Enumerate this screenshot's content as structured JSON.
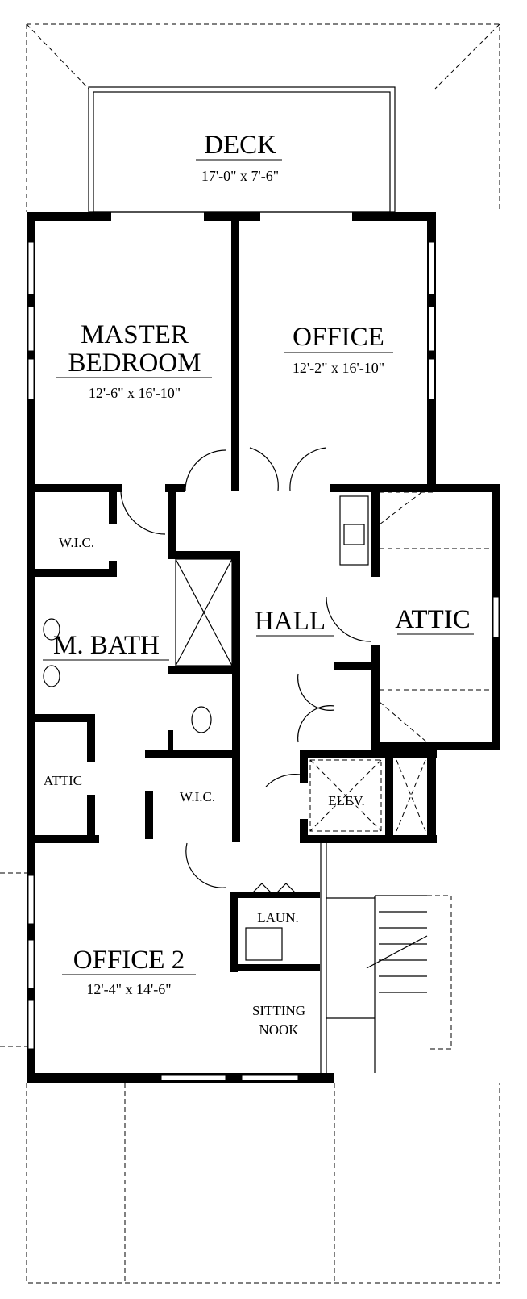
{
  "rooms": {
    "deck": {
      "name": "DECK",
      "size": "17'-0\" x 7'-6\""
    },
    "master_bedroom": {
      "name_line1": "MASTER",
      "name_line2": "BEDROOM",
      "size": "12'-6\" x 16'-10\""
    },
    "office": {
      "name": "OFFICE",
      "size": "12'-2\" x 16'-10\""
    },
    "wic_1": {
      "name": "W.I.C."
    },
    "m_bath": {
      "name": "M. BATH"
    },
    "hall": {
      "name": "HALL"
    },
    "attic_right": {
      "name": "ATTIC"
    },
    "attic_left": {
      "name": "ATTIC"
    },
    "wic_2": {
      "name": "W.I.C."
    },
    "elev": {
      "name": "ELEV."
    },
    "laundry": {
      "name": "LAUN."
    },
    "office_2": {
      "name": "OFFICE 2",
      "size": "12'-4\" x 14'-6\""
    },
    "sitting_nook": {
      "name_line1": "SITTING",
      "name_line2": "NOOK"
    }
  }
}
